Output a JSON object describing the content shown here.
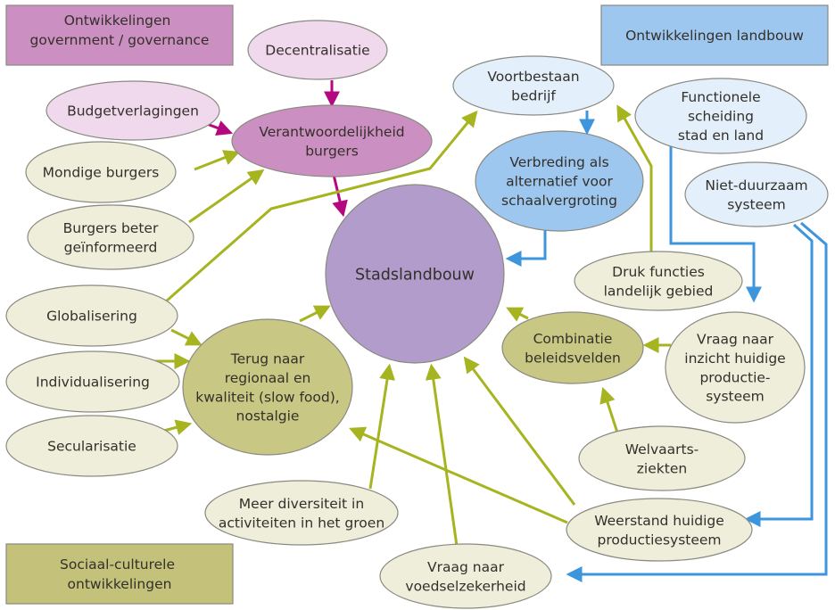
{
  "colors": {
    "government_box": "#cc8fc2",
    "government_light": "#f0d9ec",
    "government_mid": "#cc8fc2",
    "government_arrow": "#b5077f",
    "landbouw_box": "#9ec7f0",
    "landbouw_light": "#e3effb",
    "landbouw_mid": "#9ec7f0",
    "landbouw_arrow": "#3d95de",
    "sociaal_box": "#c4c27a",
    "sociaal_light": "#eeeedb",
    "sociaal_mid": "#c9c784",
    "sociaal_arrow": "#a6b420",
    "center": "#b29ccc"
  },
  "legend_boxes": [
    {
      "id": "gov",
      "lines": [
        "Ontwikkelingen",
        "government / governance"
      ]
    },
    {
      "id": "land",
      "lines": [
        "Ontwikkelingen landbouw"
      ]
    },
    {
      "id": "soc",
      "lines": [
        "Sociaal-culturele",
        "ontwikkelingen"
      ]
    }
  ],
  "nodes": [
    {
      "id": "decentralisatie",
      "lines": [
        "Decentralisatie"
      ],
      "category": "government",
      "shade": "light"
    },
    {
      "id": "budgetverlagingen",
      "lines": [
        "Budgetverlagingen"
      ],
      "category": "government",
      "shade": "light"
    },
    {
      "id": "verantwoordelijkheid",
      "lines": [
        "Verantwoordelijkheid",
        "burgers"
      ],
      "category": "government",
      "shade": "mid"
    },
    {
      "id": "mondige",
      "lines": [
        "Mondige burgers"
      ],
      "category": "sociaal",
      "shade": "light"
    },
    {
      "id": "geinformeerd",
      "lines": [
        "Burgers beter",
        "geïnformeerd"
      ],
      "category": "sociaal",
      "shade": "light"
    },
    {
      "id": "stadslandbouw",
      "lines": [
        "Stadslandbouw"
      ],
      "category": "center",
      "shade": "center"
    },
    {
      "id": "voortbestaan",
      "lines": [
        "Voortbestaan",
        "bedrijf"
      ],
      "category": "landbouw",
      "shade": "light"
    },
    {
      "id": "verbreding",
      "lines": [
        "Verbreding als",
        "alternatief voor",
        "schaalvergroting"
      ],
      "category": "landbouw",
      "shade": "mid"
    },
    {
      "id": "functionele",
      "lines": [
        "Functionele",
        "scheiding",
        "stad en land"
      ],
      "category": "landbouw",
      "shade": "light"
    },
    {
      "id": "nietduurzaam",
      "lines": [
        "Niet-duurzaam",
        "systeem"
      ],
      "category": "landbouw",
      "shade": "light"
    },
    {
      "id": "druk",
      "lines": [
        "Druk functies",
        "landelijk gebied"
      ],
      "category": "sociaal",
      "shade": "light"
    },
    {
      "id": "globalisering",
      "lines": [
        "Globalisering"
      ],
      "category": "sociaal",
      "shade": "light"
    },
    {
      "id": "individualisering",
      "lines": [
        "Individualisering"
      ],
      "category": "sociaal",
      "shade": "light"
    },
    {
      "id": "secularisatie",
      "lines": [
        "Secularisatie"
      ],
      "category": "sociaal",
      "shade": "light"
    },
    {
      "id": "terug",
      "lines": [
        "Terug naar",
        "regionaal en",
        "kwaliteit (slow food),",
        "nostalgie"
      ],
      "category": "sociaal",
      "shade": "mid"
    },
    {
      "id": "combinatie",
      "lines": [
        "Combinatie",
        "beleidsvelden"
      ],
      "category": "sociaal",
      "shade": "mid"
    },
    {
      "id": "vraaginzicht",
      "lines": [
        "Vraag naar",
        "inzicht huidige",
        "productie-",
        "systeem"
      ],
      "category": "sociaal",
      "shade": "light"
    },
    {
      "id": "welvaarts",
      "lines": [
        "Welvaarts-",
        "ziekten"
      ],
      "category": "sociaal",
      "shade": "light"
    },
    {
      "id": "diversiteit",
      "lines": [
        "Meer diversiteit in",
        "activiteiten in het groen"
      ],
      "category": "sociaal",
      "shade": "light"
    },
    {
      "id": "weerstand",
      "lines": [
        "Weerstand huidige",
        "productiesysteem"
      ],
      "category": "sociaal",
      "shade": "light"
    },
    {
      "id": "voedsel",
      "lines": [
        "Vraag naar",
        "voedselzekerheid"
      ],
      "category": "sociaal",
      "shade": "light"
    }
  ],
  "edges": [
    {
      "from": "decentralisatie",
      "to": "verantwoordelijkheid",
      "category": "government"
    },
    {
      "from": "budgetverlagingen",
      "to": "verantwoordelijkheid",
      "category": "government"
    },
    {
      "from": "verantwoordelijkheid",
      "to": "stadslandbouw",
      "category": "government"
    },
    {
      "from": "mondige",
      "to": "verantwoordelijkheid",
      "category": "sociaal"
    },
    {
      "from": "geinformeerd",
      "to": "verantwoordelijkheid",
      "category": "sociaal"
    },
    {
      "from": "globalisering",
      "to": "voortbestaan",
      "category": "sociaal"
    },
    {
      "from": "globalisering",
      "to": "terug",
      "category": "sociaal"
    },
    {
      "from": "individualisering",
      "to": "terug",
      "category": "sociaal"
    },
    {
      "from": "secularisatie",
      "to": "terug",
      "category": "sociaal"
    },
    {
      "from": "terug",
      "to": "stadslandbouw",
      "category": "sociaal"
    },
    {
      "from": "voortbestaan",
      "to": "verbreding",
      "category": "landbouw"
    },
    {
      "from": "verbreding",
      "to": "stadslandbouw",
      "category": "landbouw"
    },
    {
      "from": "druk",
      "to": "voortbestaan",
      "category": "sociaal"
    },
    {
      "from": "functionele",
      "to": "vraaginzicht",
      "category": "landbouw"
    },
    {
      "from": "nietduurzaam",
      "to": "weerstand",
      "category": "landbouw"
    },
    {
      "from": "nietduurzaam",
      "to": "voedsel",
      "category": "landbouw"
    },
    {
      "from": "combinatie",
      "to": "stadslandbouw",
      "category": "sociaal"
    },
    {
      "from": "vraaginzicht",
      "to": "combinatie",
      "category": "sociaal"
    },
    {
      "from": "welvaarts",
      "to": "combinatie",
      "category": "sociaal"
    },
    {
      "from": "diversiteit",
      "to": "stadslandbouw",
      "category": "sociaal"
    },
    {
      "from": "voedsel",
      "to": "stadslandbouw",
      "category": "sociaal"
    },
    {
      "from": "weerstand",
      "to": "stadslandbouw",
      "category": "sociaal"
    },
    {
      "from": "weerstand",
      "to": "terug",
      "category": "sociaal"
    }
  ]
}
